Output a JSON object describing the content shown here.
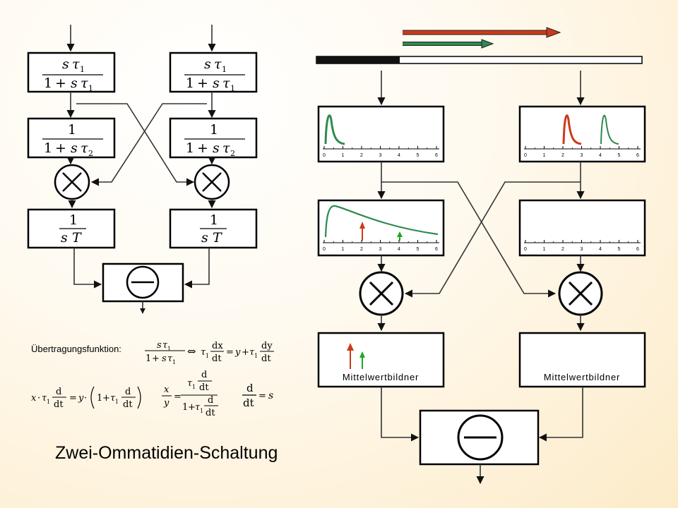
{
  "title": "Zwei-Ommatidien-Schaltung",
  "transfer_label": "Übertragungsfunktion:",
  "mittelwert_label": "Mittelwertbildner",
  "formula": {
    "s": "s",
    "tau": "τ",
    "one": "1",
    "sub1": "1",
    "sub2": "2",
    "T": "T",
    "plus": "+",
    "iff": "⇔",
    "eq": "=",
    "dot": "·",
    "d": "d",
    "dt": "dt",
    "x": "x",
    "y": "y",
    "dx": "dx",
    "dy": "dy"
  },
  "tick_labels": [
    "0",
    "1",
    "2",
    "3",
    "4",
    "5",
    "6"
  ],
  "colors": {
    "red": "#cc3a1a",
    "green": "#2e8a4e",
    "bright_green": "#1ea81e"
  },
  "icons": {
    "multiplier": "circle-x-icon",
    "subtractor": "circle-minus-icon"
  }
}
